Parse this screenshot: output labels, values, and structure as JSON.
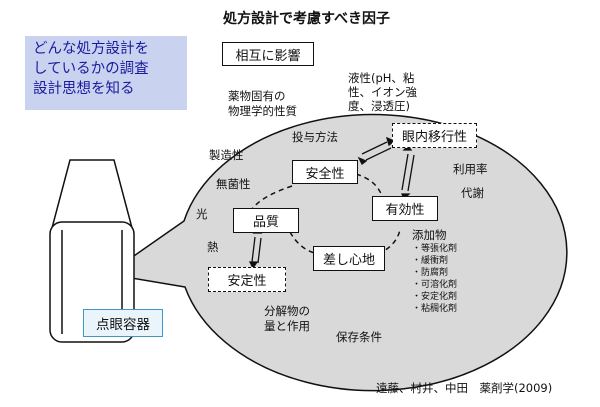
{
  "title": "処方設計で考慮すべき因子",
  "note_lines": [
    "どんな処方設計を",
    "しているかの調査",
    "設計思想を知る"
  ],
  "boxes": {
    "mutual": "相互に影響",
    "safety": "安全性",
    "ocular": "眼内移行性",
    "efficacy": "有効性",
    "quality": "品質",
    "comfort": "差し心地",
    "stability": "安定性",
    "container": "点眼容器"
  },
  "labels": {
    "physchem_lines": [
      "薬物固有の",
      "物理学的性質"
    ],
    "liquid_lines": [
      "液性(pH、粘",
      "性、イオン強",
      "度、浸透圧)"
    ],
    "dosing": "投与方法",
    "manufacturing": "製造性",
    "sterility": "無菌性",
    "light": "光",
    "heat": "熱",
    "bioavailability": "利用率",
    "metabolism": "代謝",
    "degradation_lines": [
      "分解物の",
      "量と作用"
    ],
    "storage": "保存条件"
  },
  "additives": {
    "title": "添加物",
    "items": [
      "・等張化剤",
      "・緩衝剤",
      "・防腐剤",
      "・可溶化剤",
      "・安定化剤",
      "・粘稠化剤"
    ]
  },
  "citation": "遠藤、村井、中田　薬剤学(2009)",
  "colors": {
    "bubble_fill": "#d9d9d9",
    "note_fill": "#c9d3ef",
    "note_text": "#1a1aa0",
    "container_border": "#3f96c8"
  }
}
